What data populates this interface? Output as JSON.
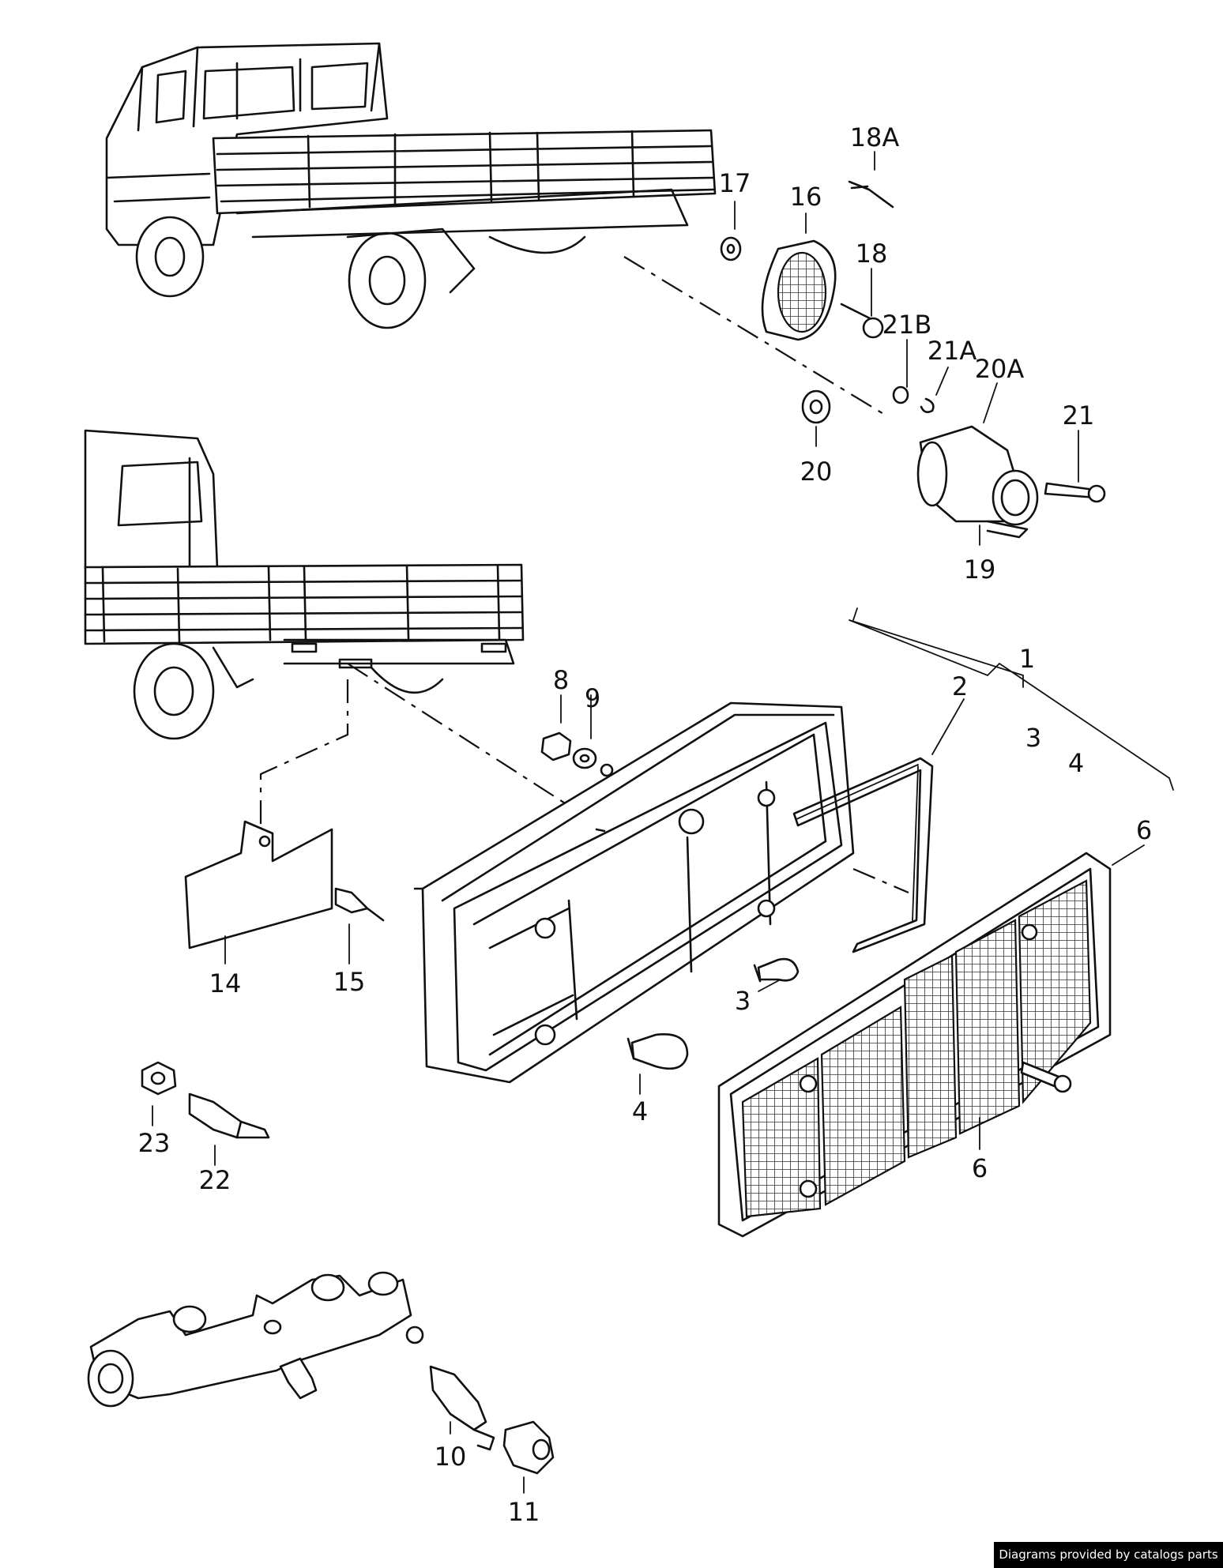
{
  "callouts": {
    "c18A": "18A",
    "c17": "17",
    "c16": "16",
    "c18": "18",
    "c21B": "21B",
    "c21A": "21A",
    "c20A": "20A",
    "c21": "21",
    "c20": "20",
    "c19": "19",
    "c1": "1",
    "c2": "2",
    "c3a": "3",
    "c4a": "4",
    "c6a": "6",
    "c8": "8",
    "c9": "9",
    "c14": "14",
    "c15": "15",
    "c3": "3",
    "c4": "4",
    "c6": "6",
    "c23": "23",
    "c22": "22",
    "c10": "10",
    "c11": "11"
  },
  "credit": "Diagrams provided by catalogs parts"
}
